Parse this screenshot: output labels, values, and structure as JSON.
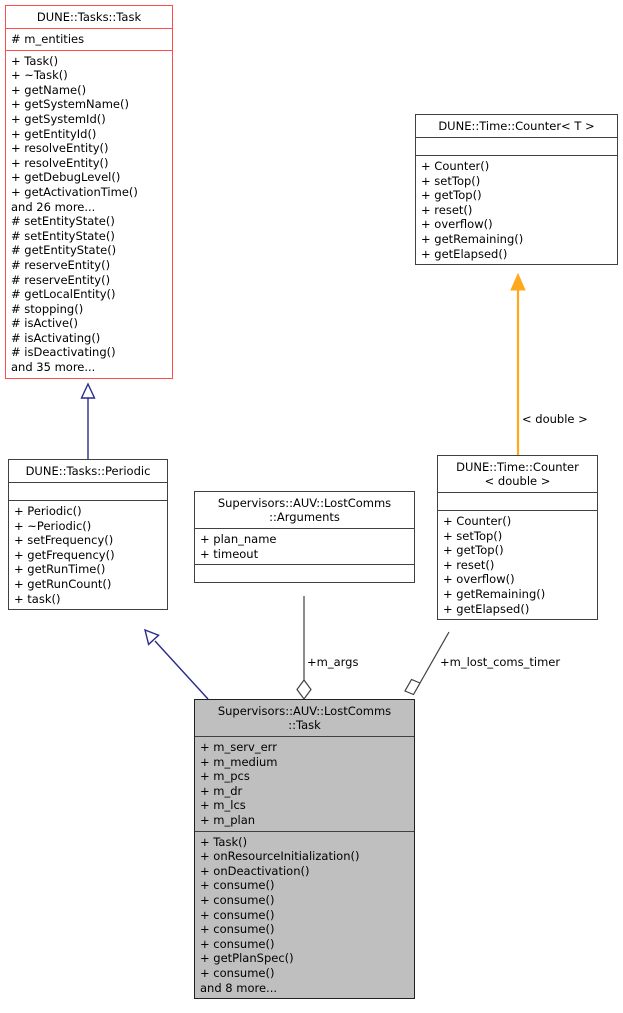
{
  "diagram": {
    "kind": "uml-class-diagram",
    "colors": {
      "focus_border": "#ff4d4d",
      "highlight_fill": "#bfbfbf",
      "box_border": "#404040",
      "inheritance_line": "#2a2a8c",
      "template_line": "#ffa81e",
      "aggregation_line": "#404040",
      "background": "#ffffff"
    }
  },
  "classes": {
    "dune_tasks_task": {
      "title": "DUNE::Tasks::Task",
      "attributes": [
        "# m_entities"
      ],
      "operations": [
        "+ Task()",
        "+ ~Task()",
        "+ getName()",
        "+ getSystemName()",
        "+ getSystemId()",
        "+ getEntityId()",
        "+ resolveEntity()",
        "+ resolveEntity()",
        "+ getDebugLevel()",
        "+ getActivationTime()",
        "and 26 more...",
        "# setEntityState()",
        "# setEntityState()",
        "# getEntityState()",
        "# reserveEntity()",
        "# reserveEntity()",
        "# getLocalEntity()",
        "# stopping()",
        "# isActive()",
        "# isActivating()",
        "# isDeactivating()",
        "and 35 more..."
      ]
    },
    "dune_tasks_periodic": {
      "title": "DUNE::Tasks::Periodic",
      "attributes": [],
      "operations": [
        "+ Periodic()",
        "+ ~Periodic()",
        "+ setFrequency()",
        "+ getFrequency()",
        "+ getRunTime()",
        "+ getRunCount()",
        "+ task()"
      ]
    },
    "dune_time_counter_t": {
      "title": "DUNE::Time::Counter< T >",
      "attributes": [],
      "operations": [
        "+ Counter()",
        "+ setTop()",
        "+ getTop()",
        "+ reset()",
        "+ overflow()",
        "+ getRemaining()",
        "+ getElapsed()"
      ]
    },
    "dune_time_counter_double": {
      "title": "DUNE::Time::Counter\n< double >",
      "attributes": [],
      "operations": [
        "+ Counter()",
        "+ setTop()",
        "+ getTop()",
        "+ reset()",
        "+ overflow()",
        "+ getRemaining()",
        "+ getElapsed()"
      ]
    },
    "lostcomms_arguments": {
      "title": "Supervisors::AUV::LostComms\n::Arguments",
      "attributes": [
        "+ plan_name",
        "+ timeout"
      ],
      "operations": []
    },
    "lostcomms_task": {
      "title": "Supervisors::AUV::LostComms\n::Task",
      "attributes": [
        "+ m_serv_err",
        "+ m_medium",
        "+ m_pcs",
        "+ m_dr",
        "+ m_lcs",
        "+ m_plan"
      ],
      "operations": [
        "+ Task()",
        "+ onResourceInitialization()",
        "+ onDeactivation()",
        "+ consume()",
        "+ consume()",
        "+ consume()",
        "+ consume()",
        "+ consume()",
        "+ getPlanSpec()",
        "+ consume()",
        "and 8 more..."
      ]
    }
  },
  "edges": {
    "template_binding_label": "< double >",
    "args_label": "+m_args",
    "timer_label": "+m_lost_coms_timer"
  }
}
